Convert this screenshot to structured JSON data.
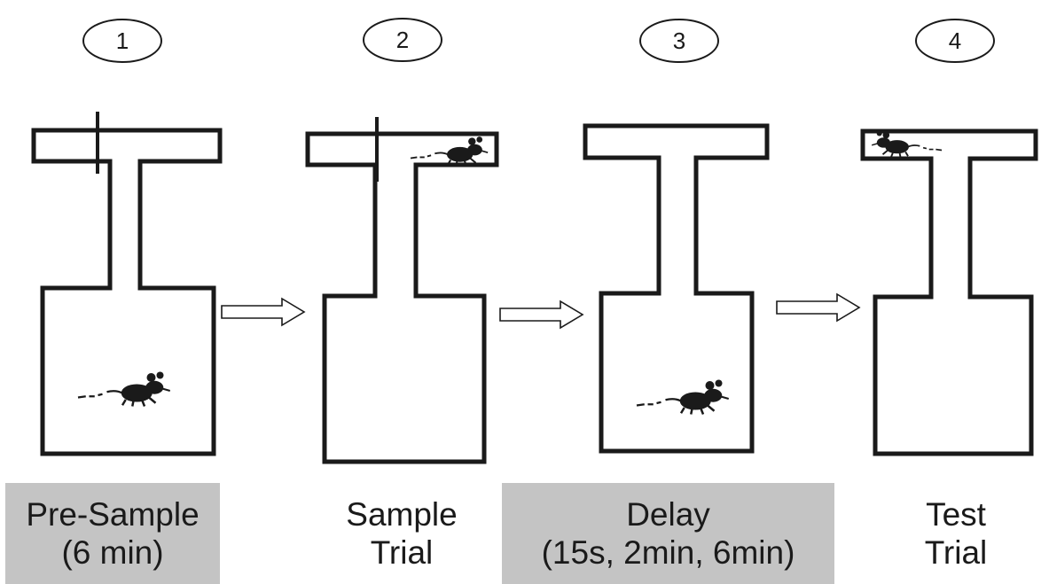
{
  "stages": [
    {
      "number": "1",
      "line1": "Pre-Sample",
      "line2": "(6 min)",
      "shaded": true,
      "gate": true,
      "mouse": "start-box"
    },
    {
      "number": "2",
      "line1": "Sample",
      "line2": "Trial",
      "shaded": false,
      "gate": true,
      "mouse": "right-arm"
    },
    {
      "number": "3",
      "line1": "Delay",
      "line2": "(15s, 2min, 6min)",
      "shaded": true,
      "gate": false,
      "mouse": "start-box"
    },
    {
      "number": "4",
      "line1": "Test",
      "line2": "Trial",
      "shaded": false,
      "gate": false,
      "mouse": "left-arm"
    }
  ],
  "colors": {
    "stroke": "#1a1a1a",
    "caption_shade": "#c4c4c4"
  }
}
